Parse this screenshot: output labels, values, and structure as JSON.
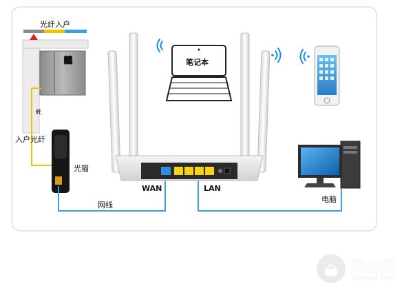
{
  "labels": {
    "fiber_entry_top": "光纤入户",
    "distribution_box": [
      "配",
      "线",
      "箱"
    ],
    "fiber_vertical": [
      "光",
      "纤"
    ],
    "fiber_entry_side": "入户光纤",
    "optical_modem": "光猫",
    "network_cable": "网线",
    "wan_port": "WAN",
    "lan_port": "LAN",
    "laptop": "笔记本",
    "computer": "电脑"
  },
  "watermark": {
    "name": "路由器",
    "domain": "luyouqi.com"
  },
  "colors": {
    "cable_blue": "#3a9ee6",
    "fiber_yellow": "#f0c400",
    "arrow_red": "#e02020",
    "wan_port": "#2e8fe0",
    "lan_port": "#f2d21a",
    "panel_border": "#d8d8d8"
  }
}
